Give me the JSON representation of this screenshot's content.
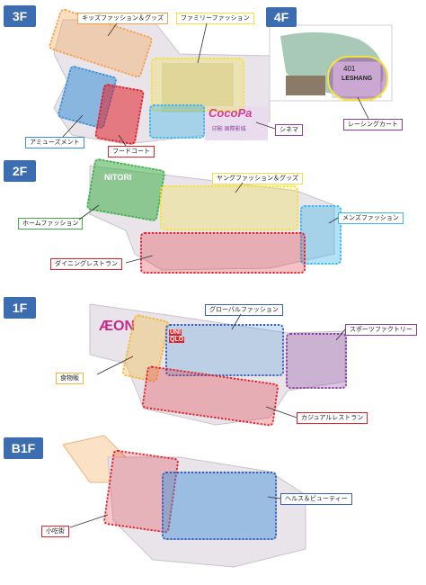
{
  "floors": {
    "f3": {
      "label": "3F",
      "zones": {
        "kids": "キッズファッション＆グッズ",
        "family": "ファミリーファッション",
        "amusement": "アミューズメント",
        "foodcourt": "フードコート",
        "cinema": "シネマ"
      },
      "cinema_logo": "CocoPa",
      "cinema_sub": "印影 国際影城"
    },
    "f4": {
      "label": "4F",
      "zones": {
        "racing": "レーシングカート"
      },
      "store_number": "401",
      "store_brand": "LESHANG"
    },
    "f2": {
      "label": "2F",
      "zones": {
        "home": "ホームファッション",
        "young": "ヤングファッション＆グッズ",
        "mens": "メンズファッション",
        "dining": "ダイニングレストラン"
      },
      "brand": "NITORI"
    },
    "f1": {
      "label": "1F",
      "zones": {
        "global": "グローバルファッション",
        "sports": "スポーツファクトリー",
        "food": "食物販",
        "casual": "カジュアルレストラン"
      },
      "brand_aeon": "ÆON",
      "brand_uniqlo_1": "UNI",
      "brand_uniqlo_2": "QLO"
    },
    "b1": {
      "label": "B1F",
      "zones": {
        "snack": "小吃街",
        "health": "ヘルス＆ビューティー"
      }
    }
  },
  "colors": {
    "badge": "#3b6db0",
    "orange": "#f5a04a",
    "yellow": "#f4e23a",
    "blue": "#3b8fd6",
    "red": "#e0202a",
    "purple": "#8a3f9c",
    "green": "#3fae49",
    "cyan": "#3fb6e8"
  }
}
